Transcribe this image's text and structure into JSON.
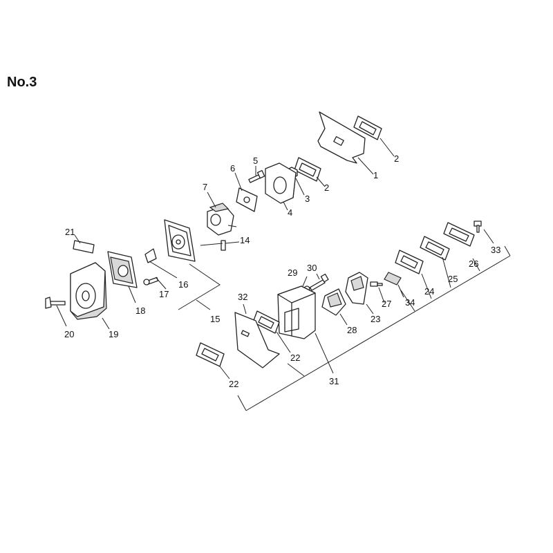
{
  "title": "No.3",
  "callouts": [
    "1",
    "2",
    "2",
    "3",
    "4",
    "5",
    "6",
    "7",
    "14",
    "15",
    "16",
    "17",
    "18",
    "19",
    "20",
    "21",
    "22",
    "22",
    "23",
    "24",
    "25",
    "26",
    "27",
    "28",
    "29",
    "30",
    "31",
    "32",
    "33",
    "34"
  ]
}
